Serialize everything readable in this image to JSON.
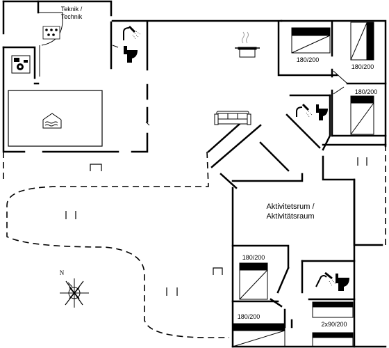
{
  "rooms": {
    "technik_line1": "Teknik /",
    "technik_line2": "Technik",
    "activity_line1": "Aktivitetsrum /",
    "activity_line2": "Aktivitätsraum"
  },
  "beds": {
    "bed_top_left": "180/200",
    "bed_top_right": "180/200",
    "bed_right": "180/200",
    "bed_lower_upper": "180/200",
    "bed_lower_lower": "180/200",
    "bed_double": "2x90/200"
  },
  "compass": {
    "north_label": "N"
  },
  "icons": {
    "sauna": "sauna-icon",
    "laundry": "washing-machine-icon",
    "pool": "pool-icon",
    "cooking": "cooking-pot-icon",
    "sofa": "sofa-icon",
    "shower": "shower-icon",
    "toilet": "toilet-icon",
    "compass": "compass-rose-icon"
  }
}
